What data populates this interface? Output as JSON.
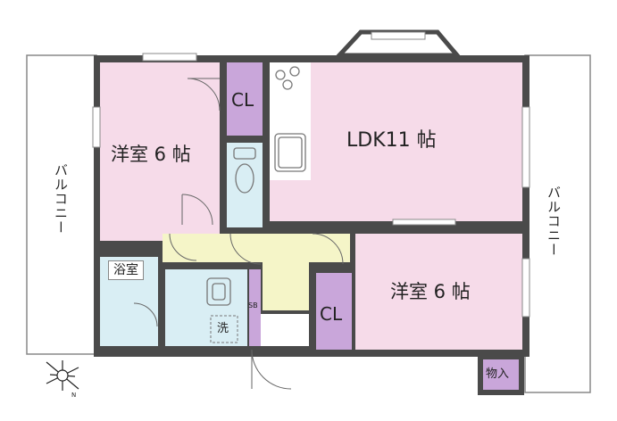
{
  "floorplan": {
    "rooms": {
      "western_left": "洋室 6 帖",
      "ldk": "LDK11 帖",
      "western_right": "洋室 6 帖",
      "bath": "浴室",
      "closet_left": "CL",
      "closet_right": "CL",
      "storage": "物入",
      "washer": "洗",
      "shoe_box": "SB"
    },
    "balconies": {
      "left": "バルコニー",
      "right": "バルコニー"
    },
    "compass": {
      "north_mark": "N"
    },
    "colors": {
      "western_room": "#f6dbe9",
      "ldk": "#f6dbe9",
      "closet": "#c9a6da",
      "hallway": "#f5f5c8",
      "wet_area": "#d9eef4",
      "wall": "#4a4a4a",
      "balcony_outline": "#888888"
    }
  }
}
